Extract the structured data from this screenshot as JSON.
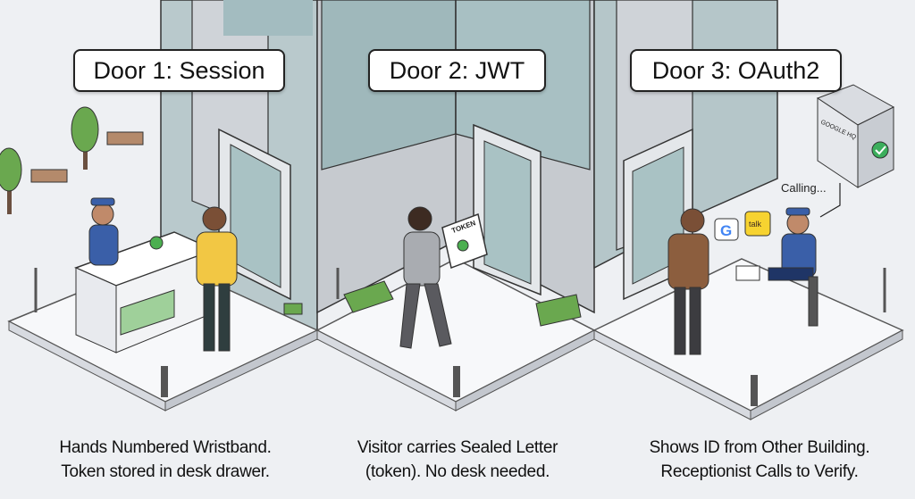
{
  "panels": [
    {
      "title": "Door 1: Session",
      "caption_line1": "Hands Numbered Wristband.",
      "caption_line2": "Token stored in desk drawer."
    },
    {
      "title": "Door 2: JWT",
      "caption_line1": "Visitor carries Sealed Letter",
      "caption_line2": "(token). No desk needed.",
      "letter_label": "TOKEN"
    },
    {
      "title": "Door 3: OAuth2",
      "caption_line1": "Shows ID from Other Building.",
      "caption_line2": "Receptionist Calls to Verify.",
      "hq_sign": "GOOGLE HQ",
      "calling_text": "Calling...",
      "chat_badge": "talk",
      "google_badge": "G"
    }
  ],
  "colors": {
    "background": "#eef0f3",
    "glass": "#9fb8bb",
    "wall": "#c9ccd1",
    "uniform": "#3a5fa8",
    "check": "#3cae5c"
  }
}
